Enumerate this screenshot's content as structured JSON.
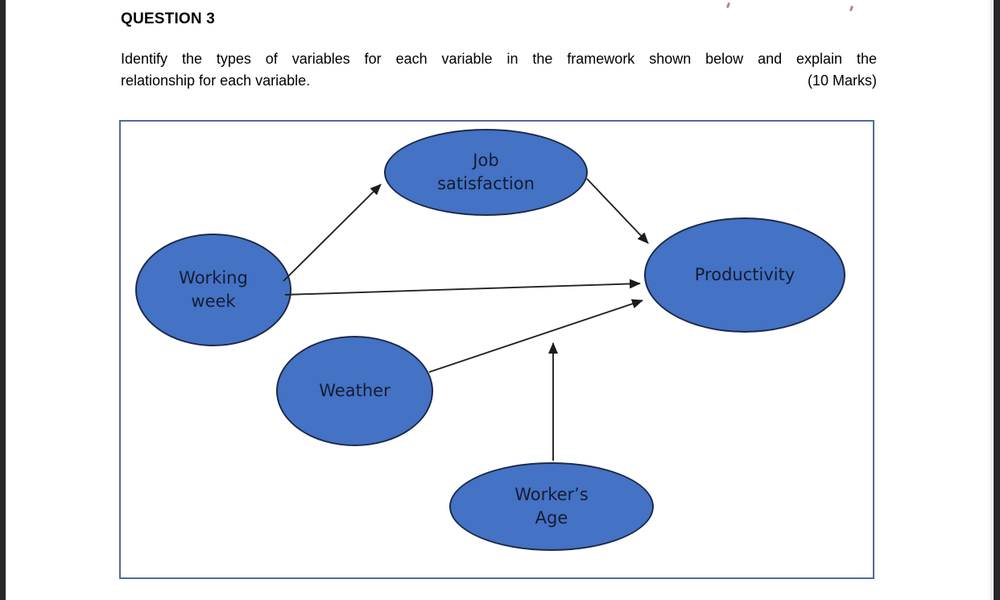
{
  "page": {
    "background_color": "#ffffff",
    "gutter_color": "#282828"
  },
  "question": {
    "heading": "QUESTION 3",
    "prompt_line1": "Identify the types of variables for each variable in the framework shown below and explain the",
    "prompt_line2": "relationship for each variable.",
    "marks": "(10 Marks)"
  },
  "diagram": {
    "frame_border_color": "#4d6b9c",
    "node_fill_color": "#4472c4",
    "node_outline_color": "#1c2b4a",
    "arrow_color": "#222222",
    "nodes": [
      {
        "id": "job-satisfaction",
        "label": "Job\nsatisfaction"
      },
      {
        "id": "working-week",
        "label": "Working\nweek"
      },
      {
        "id": "productivity",
        "label": "Productivity"
      },
      {
        "id": "weather",
        "label": "Weather"
      },
      {
        "id": "workers-age",
        "label": "Worker’s\nAge"
      }
    ],
    "edges": [
      {
        "from": "working-week",
        "to": "job-satisfaction"
      },
      {
        "from": "working-week",
        "to": "productivity"
      },
      {
        "from": "job-satisfaction",
        "to": "productivity"
      },
      {
        "from": "weather",
        "to": "productivity"
      },
      {
        "from": "workers-age",
        "to": "weather-productivity-relationship"
      }
    ]
  }
}
